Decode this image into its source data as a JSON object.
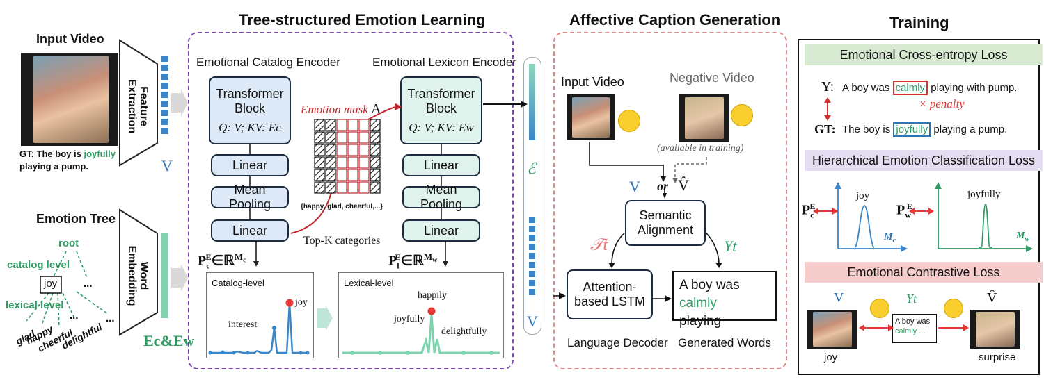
{
  "titles": {
    "tree": "Tree-structured Emotion Learning",
    "caption": "Affective Caption Generation",
    "training": "Training"
  },
  "left": {
    "input_video": "Input Video",
    "gt_prefix": "GT: The boy is ",
    "gt_word": "joyfully",
    "gt_suffix": "playing a pump.",
    "feature_extraction": "Feature Extraction",
    "v_label": "V",
    "emotion_tree": "Emotion Tree",
    "root": "root",
    "catalog_level": "catalog level",
    "joy": "joy",
    "lexical_level": "lexical level",
    "leaves": [
      "glad",
      "happy",
      "cheerful",
      "delightful"
    ],
    "dots": "...",
    "word_embedding": "Word Embedding",
    "ec_ew": "Ec&Ew"
  },
  "tree_section": {
    "catalog_encoder": "Emotional Catalog Encoder",
    "lexicon_encoder": "Emotional Lexicon Encoder",
    "transformer": "Transformer Block",
    "qkv_left": "Q: V; KV: Ec",
    "qkv_right": "Q: V; KV: Ew",
    "linear": "Linear",
    "mean_pooling": "Mean Pooling",
    "emotion_mask": "Emotion mask",
    "mask_symbol": "A",
    "mask_caption": "{happy, glad, cheerful,...}",
    "topk": "Top-K categories",
    "pc": "PcE∈ℝMc",
    "pl": "PlE∈ℝMw",
    "catalog_plot_title": "Catalog-level",
    "catalog_peaks": [
      "joy",
      "interest"
    ],
    "lexical_plot_title": "Lexical-level",
    "lexical_peaks": [
      "happily",
      "joyfully",
      "delightfully"
    ],
    "epsilon": "ℰ",
    "v_label": "V"
  },
  "caption_section": {
    "input_video": "Input Video",
    "negative_video": "Negative Video",
    "available": "(available in training)",
    "v_or": "V",
    "or": "or",
    "v_hat": "V̂",
    "semantic_alignment": "Semantic Alignment",
    "tau": "𝒯t",
    "yt": "Yt",
    "lstm": "Attention-based LSTM",
    "generated_prefix": "A boy was ",
    "generated_word": "calmly",
    "generated_suffix": "playing",
    "language_decoder": "Language Decoder",
    "generated_words": "Generated Words"
  },
  "training": {
    "ce_title": "Emotional Cross-entropy Loss",
    "y_label": "Y:",
    "y_prefix": "A boy was ",
    "y_word": "calmly",
    "y_suffix": " playing with pump.",
    "penalty": "× penalty",
    "gt_label": "GT:",
    "gt_prefix": "The boy is ",
    "gt_word": "joyfully",
    "gt_suffix": " playing a pump.",
    "hier_title": "Hierarchical Emotion Classification Loss",
    "pc": "PcE",
    "pw": "PwE",
    "joy": "joy",
    "joyfully": "joyfully",
    "mc": "Mc",
    "mw": "Mw",
    "contrast_title": "Emotional Contrastive Loss",
    "v": "V",
    "yt": "Yt",
    "v_hat": "V̂",
    "mini_caption_prefix": "A boy was",
    "mini_caption_word": "calmly ...",
    "joy_label": "joy",
    "surprise_label": "surprise"
  },
  "colors": {
    "blue": "#2e74b5",
    "green": "#2e9a63",
    "red": "#d32f2f",
    "purple_border": "#7a4aa8",
    "red_border": "#d98b8b",
    "ce_band": "#d9ead3",
    "hier_band": "#e4dcf0",
    "contrast_band": "#f4cccc"
  }
}
